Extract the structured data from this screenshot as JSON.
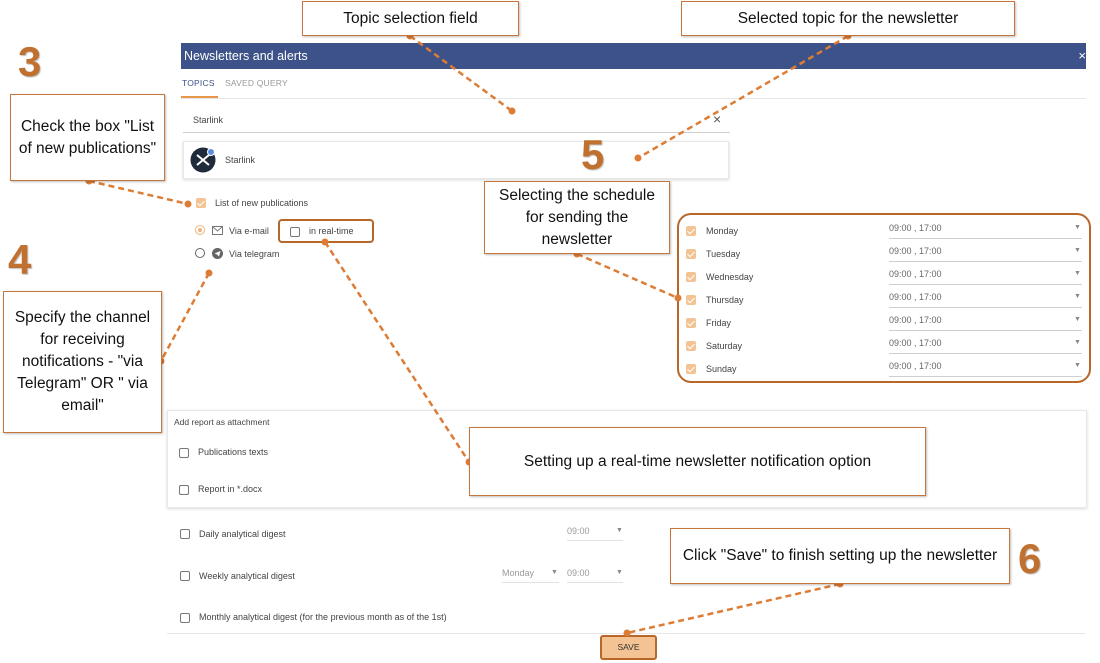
{
  "modal": {
    "title": "Newsletters and alerts",
    "close": "×"
  },
  "tabs": [
    {
      "label": "TOPICS"
    },
    {
      "label": "SAVED QUERY"
    }
  ],
  "topic_search": {
    "value": "Starlink",
    "clear": "×"
  },
  "selected_topic": {
    "name": "Starlink"
  },
  "new_publications": {
    "label": "List of new publications",
    "checked": true
  },
  "channels": {
    "email": {
      "label": "Via e-mail",
      "selected": true
    },
    "telegram": {
      "label": "Via telegram",
      "selected": false
    },
    "realtime": {
      "label": "in real-time",
      "checked": false
    }
  },
  "schedule": [
    {
      "day": "Monday",
      "times": "09:00 , 17:00"
    },
    {
      "day": "Tuesday",
      "times": "09:00 , 17:00"
    },
    {
      "day": "Wednesday",
      "times": "09:00 , 17:00"
    },
    {
      "day": "Thursday",
      "times": "09:00 , 17:00"
    },
    {
      "day": "Friday",
      "times": "09:00 , 17:00"
    },
    {
      "day": "Saturday",
      "times": "09:00 , 17:00"
    },
    {
      "day": "Sunday",
      "times": "09:00 , 17:00"
    }
  ],
  "attachment": {
    "title": "Add report as attachment",
    "options": [
      {
        "label": "Publications texts"
      },
      {
        "label": "Report in *.docx"
      }
    ]
  },
  "digests": {
    "daily": {
      "label": "Daily analytical digest",
      "time": "09:00"
    },
    "weekly": {
      "label": "Weekly analytical digest",
      "day": "Monday",
      "time": "09:00"
    },
    "monthly": {
      "label": "Monthly analytical digest (for the previous month as of the 1st)"
    }
  },
  "save_label": "SAVE",
  "annotations": {
    "topic_field": "Topic selection field",
    "selected_topic": "Selected topic for the newsletter",
    "check_box": "Check the box \"List of new publications\"",
    "schedule": "Selecting the schedule for sending the newsletter",
    "channel": "Specify the channel for receiving notifications - \"via Telegram\" OR \" via email\"",
    "realtime": "Setting up a real-time newsletter notification option",
    "save": "Click \"Save\" to finish setting up the newsletter",
    "n3": "3",
    "n4": "4",
    "n5": "5",
    "n6": "6"
  },
  "colors": {
    "header": "#3c5288",
    "accent": "#f3c394",
    "annotation": "#c6763a"
  }
}
